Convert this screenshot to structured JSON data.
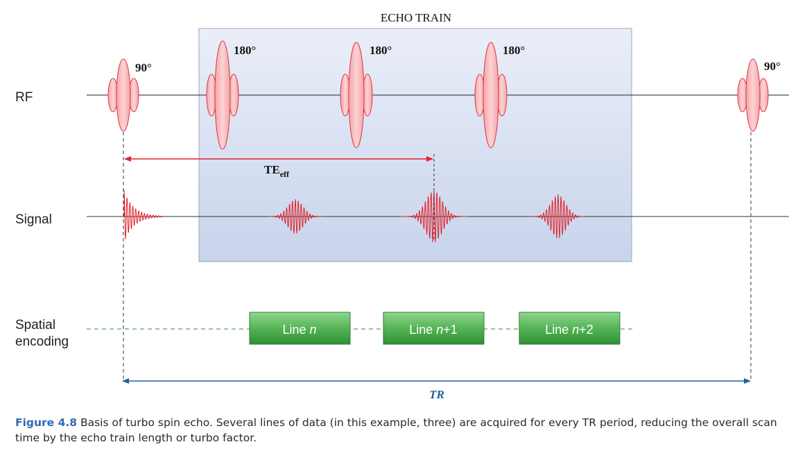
{
  "title": "ECHO TRAIN",
  "rows": {
    "rf": "RF",
    "signal": "Signal",
    "spatial_line1": "Spatial",
    "spatial_line2": "encoding"
  },
  "pulses": {
    "excitation": "90°",
    "refocus": "180°"
  },
  "te_label": {
    "main": "TE",
    "sub": "eff"
  },
  "tr_label": "TR",
  "lines": [
    {
      "prefix": "Line ",
      "italic": "n",
      "suffix": ""
    },
    {
      "prefix": "Line ",
      "italic": "n",
      "suffix": "+1"
    },
    {
      "prefix": "Line ",
      "italic": "n",
      "suffix": "+2"
    }
  ],
  "caption": {
    "label": "Figure 4.8",
    "text": " Basis of turbo spin echo. Several lines of data (in this example, three) are acquired for every TR period, reducing the overall scan time by the echo train length or turbo factor."
  },
  "colors": {
    "pulse_fill": "#f7a5a8",
    "pulse_stroke": "#d9363e",
    "signal": "#e0242c",
    "box_fill_top": "#e9edf8",
    "box_fill_bottom": "#c6d3ec",
    "line_block": "#4caf50",
    "tr_arrow": "#1f5fa0"
  }
}
